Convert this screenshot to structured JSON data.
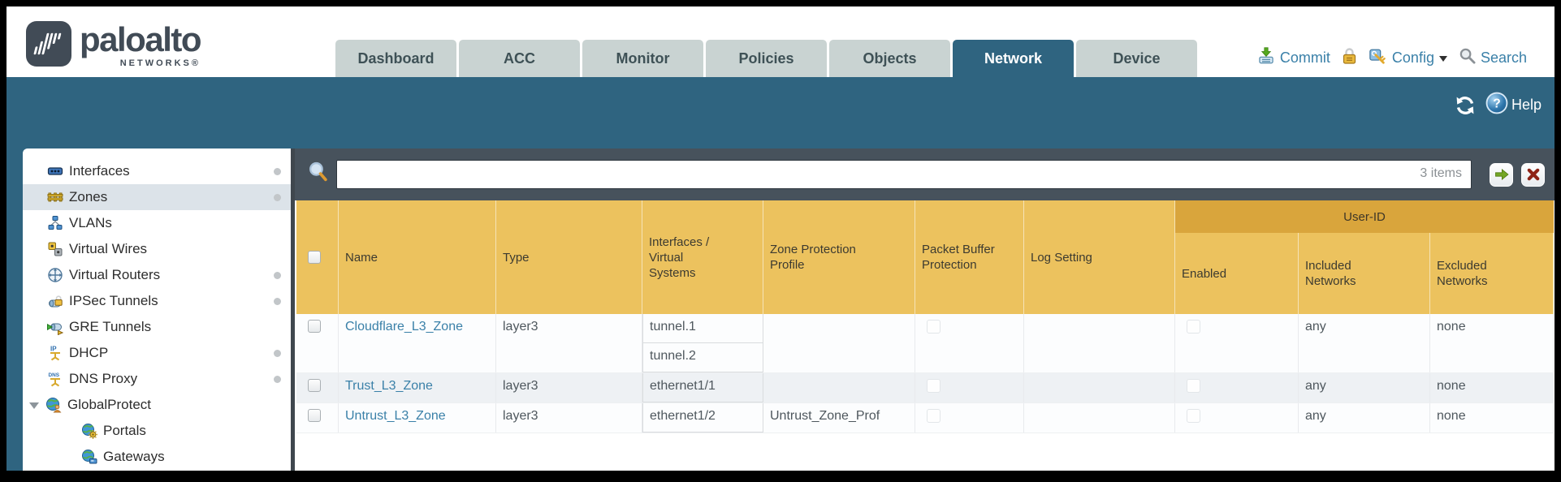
{
  "app": {
    "brand": "paloalto",
    "brand_sub": "NETWORKS®"
  },
  "nav_tabs": [
    {
      "label": "Dashboard",
      "active": false
    },
    {
      "label": "ACC",
      "active": false
    },
    {
      "label": "Monitor",
      "active": false
    },
    {
      "label": "Policies",
      "active": false
    },
    {
      "label": "Objects",
      "active": false
    },
    {
      "label": "Network",
      "active": true
    },
    {
      "label": "Device",
      "active": false
    }
  ],
  "utilities": {
    "commit_label": "Commit",
    "config_label": "Config",
    "search_label": "Search"
  },
  "toolbar": {
    "help_label": "Help"
  },
  "sidebar": {
    "items": [
      {
        "label": "Interfaces",
        "icon": "interfaces-icon",
        "selected": false,
        "dot": true,
        "level": 0
      },
      {
        "label": "Zones",
        "icon": "zones-icon",
        "selected": true,
        "dot": true,
        "level": 0
      },
      {
        "label": "VLANs",
        "icon": "vlans-icon",
        "selected": false,
        "dot": false,
        "level": 0
      },
      {
        "label": "Virtual Wires",
        "icon": "virtual-wires-icon",
        "selected": false,
        "dot": false,
        "level": 0
      },
      {
        "label": "Virtual Routers",
        "icon": "virtual-routers-icon",
        "selected": false,
        "dot": true,
        "level": 0
      },
      {
        "label": "IPSec Tunnels",
        "icon": "ipsec-tunnels-icon",
        "selected": false,
        "dot": true,
        "level": 0
      },
      {
        "label": "GRE Tunnels",
        "icon": "gre-tunnels-icon",
        "selected": false,
        "dot": false,
        "level": 0
      },
      {
        "label": "DHCP",
        "icon": "dhcp-icon",
        "selected": false,
        "dot": true,
        "level": 0
      },
      {
        "label": "DNS Proxy",
        "icon": "dns-proxy-icon",
        "selected": false,
        "dot": true,
        "level": 0
      },
      {
        "label": "GlobalProtect",
        "icon": "globalprotect-icon",
        "selected": false,
        "dot": false,
        "level": 0,
        "expanded": true
      },
      {
        "label": "Portals",
        "icon": "portals-icon",
        "selected": false,
        "dot": false,
        "level": 1
      },
      {
        "label": "Gateways",
        "icon": "gateways-icon",
        "selected": false,
        "dot": false,
        "level": 1
      }
    ]
  },
  "filter": {
    "value": "",
    "placeholder": "",
    "items_count": "3 items"
  },
  "table": {
    "group_header": "User-ID",
    "columns": [
      "Name",
      "Type",
      "Interfaces / Virtual Systems",
      "Zone Protection Profile",
      "Packet Buffer Protection",
      "Log Setting",
      "Enabled",
      "Included Networks",
      "Excluded Networks"
    ],
    "rows": [
      {
        "name": "Cloudflare_L3_Zone",
        "type": "layer3",
        "interfaces": [
          "tunnel.1",
          "tunnel.2"
        ],
        "zone_protection_profile": "",
        "packet_buffer_protection": false,
        "log_setting": "",
        "user_id_enabled": false,
        "included_networks": "any",
        "excluded_networks": "none"
      },
      {
        "name": "Trust_L3_Zone",
        "type": "layer3",
        "interfaces": [
          "ethernet1/1"
        ],
        "zone_protection_profile": "",
        "packet_buffer_protection": false,
        "log_setting": "",
        "user_id_enabled": false,
        "included_networks": "any",
        "excluded_networks": "none"
      },
      {
        "name": "Untrust_L3_Zone",
        "type": "layer3",
        "interfaces": [
          "ethernet1/2"
        ],
        "zone_protection_profile": "Untrust_Zone_Prof",
        "packet_buffer_protection": false,
        "log_setting": "",
        "user_id_enabled": false,
        "included_networks": "any",
        "excluded_networks": "none"
      }
    ]
  },
  "colors": {
    "teal": "#2f6480",
    "tab_inactive": "#c9d3d2",
    "tab_text": "#3e5156",
    "strip": "#47525c",
    "orange": "#ecc25e",
    "band": "#d9a53c",
    "link": "#3a80a8",
    "util_blue": "#3a80a8",
    "stripe": "#eef1f4",
    "sidebar_selected": "#dce3e9"
  }
}
